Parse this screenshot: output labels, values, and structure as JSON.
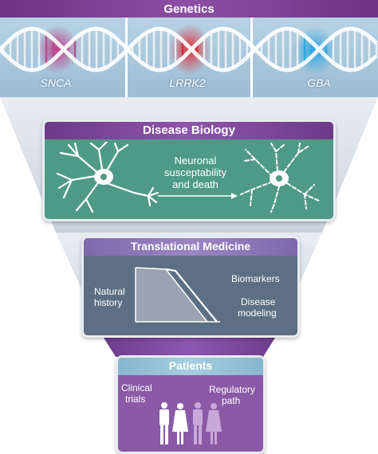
{
  "genetics": {
    "title": "Genetics",
    "genes": [
      "SNCA",
      "LRRK2",
      "GBA"
    ]
  },
  "disease_biology": {
    "title": "Disease Biology",
    "caption": [
      "Neuronal",
      "susceptability",
      "and death"
    ]
  },
  "translational_medicine": {
    "title": "Translational Medicine",
    "natural_history": [
      "Natural",
      "history"
    ],
    "biomarkers": "Biomarkers",
    "disease_modeling": [
      "Disease",
      "modeling"
    ]
  },
  "patients": {
    "title": "Patients",
    "clinical_trials": [
      "Clinical",
      "trials"
    ],
    "regulatory_path": [
      "Regulatory",
      "path"
    ]
  },
  "colors": {
    "purple": "#7d3e90",
    "green": "#4e9a86",
    "slate": "#5d6f84",
    "violet": "#8a5aa6",
    "genetics_bg": "#a9c7da",
    "funnel": "#dde3ec"
  }
}
